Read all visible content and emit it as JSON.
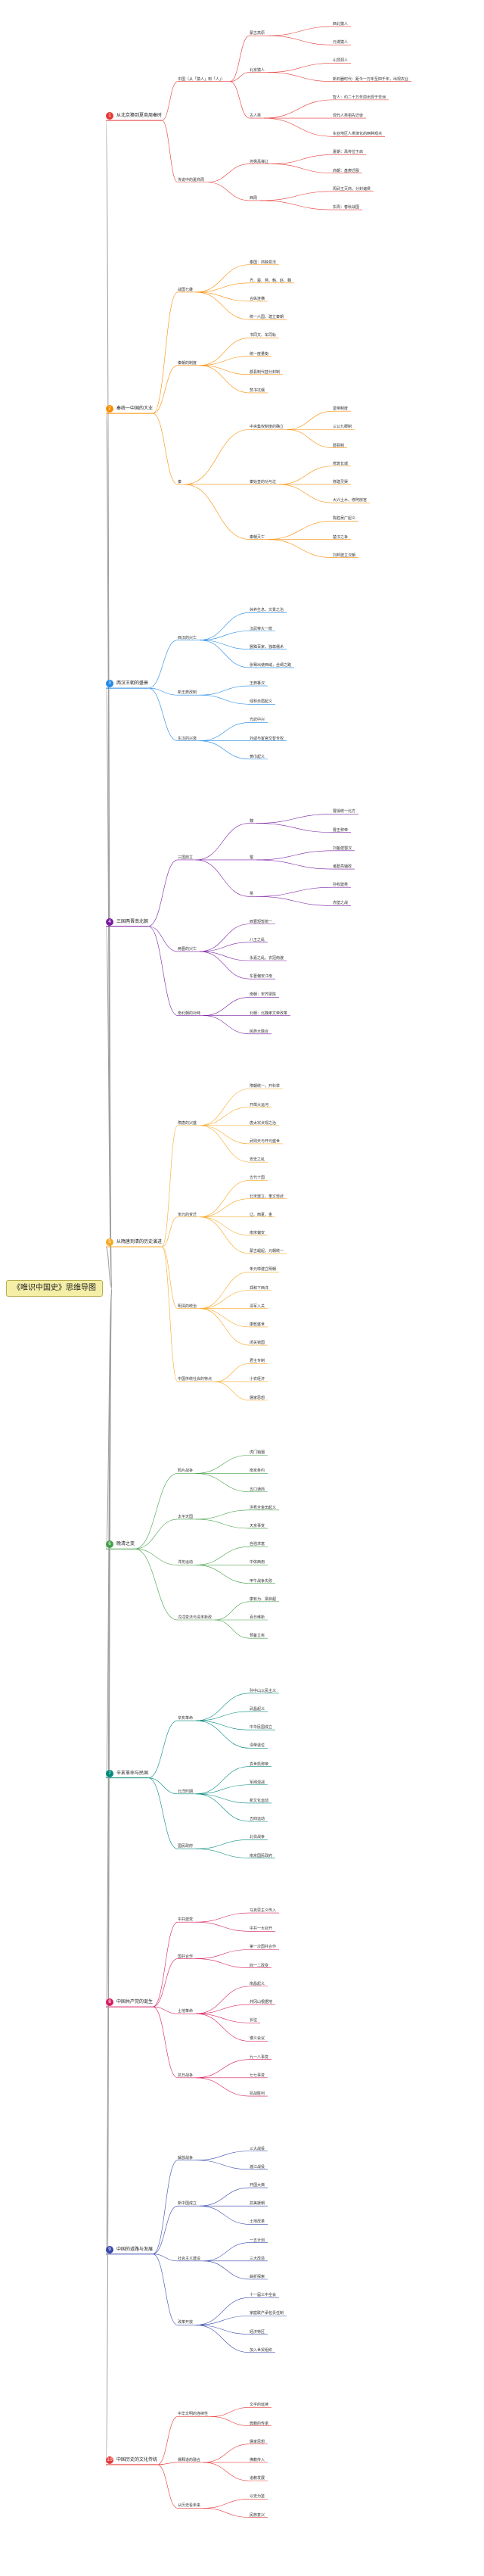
{
  "root": {
    "label": "《唯识中国史》思维导图"
  },
  "branches": [
    {
      "num": "1",
      "title": "从北京猿到夏商周秦时",
      "color": "#e53935",
      "children": [
        {
          "label": "中国（从「猿人」到「人」）",
          "children": [
            {
              "label": "蒙古高原",
              "children": [
                {
                  "label": "西北猿人"
                },
                {
                  "label": "元谋猿人"
                }
              ]
            },
            {
              "label": "北京猿人",
              "children": [
                {
                  "label": "山顶洞人"
                },
                {
                  "label": "新石器时代：距今一万年至四千年，出现农业"
                }
              ]
            },
            {
              "label": "古人类",
              "children": [
                {
                  "label": "智人：约二十万年前出现于非洲"
                },
                {
                  "label": "现代人类祖先迁徙"
                },
                {
                  "label": "东亚地区人类演化的两种观点"
                }
              ]
            }
          ]
        },
        {
          "label": "传说中的夏商周",
          "children": [
            {
              "label": "尧舜禹禅让",
              "children": [
                {
                  "label": "夏朝：禹传位于启"
                },
                {
                  "label": "商朝：盘庚迁殷"
                }
              ]
            },
            {
              "label": "西周",
              "children": [
                {
                  "label": "周武王灭商，分封诸侯"
                },
                {
                  "label": "东周：春秋战国"
                }
              ]
            }
          ]
        }
      ]
    },
    {
      "num": "2",
      "title": "秦统一中国的大业",
      "color": "#fb8c00",
      "children": [
        {
          "label": "战国七雄",
          "children": [
            {
              "label": "秦国：商鞅变法"
            },
            {
              "label": "齐、楚、燕、韩、赵、魏"
            },
            {
              "label": "合纵连横"
            },
            {
              "label": "统一六国，建立秦朝"
            }
          ]
        },
        {
          "label": "秦朝的制度",
          "children": [
            {
              "label": "书同文、车同轨"
            },
            {
              "label": "统一度量衡"
            },
            {
              "label": "郡县制代替分封制"
            },
            {
              "label": "焚书坑儒"
            }
          ]
        },
        {
          "label": "秦",
          "children": [
            {
              "label": "中央集权制度的确立",
              "children": [
                {
                  "label": "皇帝制度"
                },
                {
                  "label": "三公九卿制"
                },
                {
                  "label": "郡县制"
                }
              ]
            },
            {
              "label": "秦始皇的功与过",
              "children": [
                {
                  "label": "修筑长城"
                },
                {
                  "label": "修建灵渠"
                },
                {
                  "label": "大兴土木，修阿房宫"
                }
              ]
            },
            {
              "label": "秦朝灭亡",
              "children": [
                {
                  "label": "陈胜吴广起义"
                },
                {
                  "label": "楚汉之争"
                },
                {
                  "label": "刘邦建立汉朝"
                }
              ]
            }
          ]
        }
      ]
    },
    {
      "num": "3",
      "title": "两汉王朝的盛衰",
      "color": "#1e88e5",
      "children": [
        {
          "label": "西汉的兴亡",
          "children": [
            {
              "label": "休养生息，文景之治"
            },
            {
              "label": "汉武帝大一统"
            },
            {
              "label": "罢黜百家，独尊儒术"
            },
            {
              "label": "张骞出使西域，丝绸之路"
            }
          ]
        },
        {
          "label": "新王莽改制",
          "children": [
            {
              "label": "王莽篡汉"
            },
            {
              "label": "绿林赤眉起义"
            }
          ]
        },
        {
          "label": "东汉的兴衰",
          "children": [
            {
              "label": "光武中兴"
            },
            {
              "label": "外戚与宦官交替专权"
            },
            {
              "label": "黄巾起义"
            }
          ]
        }
      ]
    },
    {
      "num": "4",
      "title": "三国两晋南北朝",
      "color": "#7b1fa2",
      "children": [
        {
          "label": "三国鼎立",
          "children": [
            {
              "label": "魏",
              "children": [
                {
                  "label": "曹操统一北方"
                },
                {
                  "label": "曹丕称帝"
                }
              ]
            },
            {
              "label": "蜀",
              "children": [
                {
                  "label": "刘备建蜀汉"
                },
                {
                  "label": "诸葛亮辅政"
                }
              ]
            },
            {
              "label": "吴",
              "children": [
                {
                  "label": "孙权建吴"
                },
                {
                  "label": "赤壁之战"
                }
              ]
            }
          ]
        },
        {
          "label": "两晋的兴亡",
          "children": [
            {
              "label": "西晋短暂统一"
            },
            {
              "label": "八王之乱"
            },
            {
              "label": "永嘉之乱，衣冠南渡"
            },
            {
              "label": "东晋偏安江南"
            }
          ]
        },
        {
          "label": "南北朝的对峙",
          "children": [
            {
              "label": "南朝：宋齐梁陈"
            },
            {
              "label": "北朝：北魏孝文帝改革"
            },
            {
              "label": "民族大融合"
            }
          ]
        }
      ]
    },
    {
      "num": "5",
      "title": "从隋唐到清的历史演进",
      "color": "#f9a825",
      "children": [
        {
          "label": "隋唐的兴盛",
          "children": [
            {
              "label": "隋朝统一，开科举"
            },
            {
              "label": "开凿大运河"
            },
            {
              "label": "唐太宗贞观之治"
            },
            {
              "label": "武则天与开元盛世"
            },
            {
              "label": "安史之乱"
            }
          ]
        },
        {
          "label": "宋元的变迁",
          "children": [
            {
              "label": "五代十国"
            },
            {
              "label": "北宋建立，重文轻武"
            },
            {
              "label": "辽、西夏、金"
            },
            {
              "label": "南宋偏安"
            },
            {
              "label": "蒙古崛起，元朝统一"
            }
          ]
        },
        {
          "label": "明清的统治",
          "children": [
            {
              "label": "朱元璋建立明朝"
            },
            {
              "label": "郑和下西洋"
            },
            {
              "label": "清军入关"
            },
            {
              "label": "康乾盛世"
            },
            {
              "label": "闭关锁国"
            }
          ]
        },
        {
          "label": "中国传统社会的特点",
          "children": [
            {
              "label": "君主专制"
            },
            {
              "label": "小农经济"
            },
            {
              "label": "儒家思想"
            }
          ]
        }
      ]
    },
    {
      "num": "6",
      "title": "晚清之变",
      "color": "#43a047",
      "children": [
        {
          "label": "鸦片战争",
          "children": [
            {
              "label": "虎门销烟"
            },
            {
              "label": "南京条约"
            },
            {
              "label": "五口通商"
            }
          ]
        },
        {
          "label": "太平天国",
          "children": [
            {
              "label": "洪秀全金田起义"
            },
            {
              "label": "天京事变"
            }
          ]
        },
        {
          "label": "洋务运动",
          "children": [
            {
              "label": "自强求富"
            },
            {
              "label": "中体西用"
            },
            {
              "label": "甲午战争失败"
            }
          ]
        },
        {
          "label": "戊戌变法与清末新政",
          "children": [
            {
              "label": "康有为、梁启超"
            },
            {
              "label": "百日维新"
            },
            {
              "label": "预备立宪"
            }
          ]
        }
      ]
    },
    {
      "num": "7",
      "title": "辛亥革命与民国",
      "color": "#00897b",
      "children": [
        {
          "label": "辛亥革命",
          "children": [
            {
              "label": "孙中山三民主义"
            },
            {
              "label": "武昌起义"
            },
            {
              "label": "中华民国成立"
            },
            {
              "label": "清帝退位"
            }
          ]
        },
        {
          "label": "北洋时期",
          "children": [
            {
              "label": "袁世凯称帝"
            },
            {
              "label": "军阀混战"
            },
            {
              "label": "新文化运动"
            },
            {
              "label": "五四运动"
            }
          ]
        },
        {
          "label": "国民政府",
          "children": [
            {
              "label": "北伐战争"
            },
            {
              "label": "南京国民政府"
            }
          ]
        }
      ]
    },
    {
      "num": "8",
      "title": "中国共产党的诞生",
      "color": "#d81b60",
      "children": [
        {
          "label": "中共建党",
          "children": [
            {
              "label": "马克思主义传入"
            },
            {
              "label": "中共一大召开"
            }
          ]
        },
        {
          "label": "国共合作",
          "children": [
            {
              "label": "第一次国共合作"
            },
            {
              "label": "四一二政变"
            }
          ]
        },
        {
          "label": "土地革命",
          "children": [
            {
              "label": "南昌起义"
            },
            {
              "label": "井冈山根据地"
            },
            {
              "label": "长征"
            },
            {
              "label": "遵义会议"
            }
          ]
        },
        {
          "label": "抗日战争",
          "children": [
            {
              "label": "九一八事变"
            },
            {
              "label": "七七事变"
            },
            {
              "label": "抗战胜利"
            }
          ]
        }
      ]
    },
    {
      "num": "9",
      "title": "中国的道路与发展",
      "color": "#3949ab",
      "children": [
        {
          "label": "解放战争",
          "children": [
            {
              "label": "三大战役"
            },
            {
              "label": "渡江战役"
            }
          ]
        },
        {
          "label": "新中国成立",
          "children": [
            {
              "label": "开国大典"
            },
            {
              "label": "抗美援朝"
            },
            {
              "label": "土地改革"
            }
          ]
        },
        {
          "label": "社会主义建设",
          "children": [
            {
              "label": "一五计划"
            },
            {
              "label": "三大改造"
            },
            {
              "label": "曲折探索"
            }
          ]
        },
        {
          "label": "改革开放",
          "children": [
            {
              "label": "十一届三中全会"
            },
            {
              "label": "家庭联产承包责任制"
            },
            {
              "label": "经济特区"
            },
            {
              "label": "加入世贸组织"
            }
          ]
        }
      ]
    },
    {
      "num": "10",
      "title": "中国历史的文化传统",
      "color": "#e53935",
      "children": [
        {
          "label": "中华文明的连续性",
          "children": [
            {
              "label": "文字的延续"
            },
            {
              "label": "典籍的传承"
            }
          ]
        },
        {
          "label": "儒释道的融合",
          "children": [
            {
              "label": "儒家思想"
            },
            {
              "label": "佛教传入"
            },
            {
              "label": "道教发展"
            }
          ]
        },
        {
          "label": "从历史看未来",
          "children": [
            {
              "label": "以史为鉴"
            },
            {
              "label": "民族复兴"
            }
          ]
        }
      ]
    }
  ]
}
